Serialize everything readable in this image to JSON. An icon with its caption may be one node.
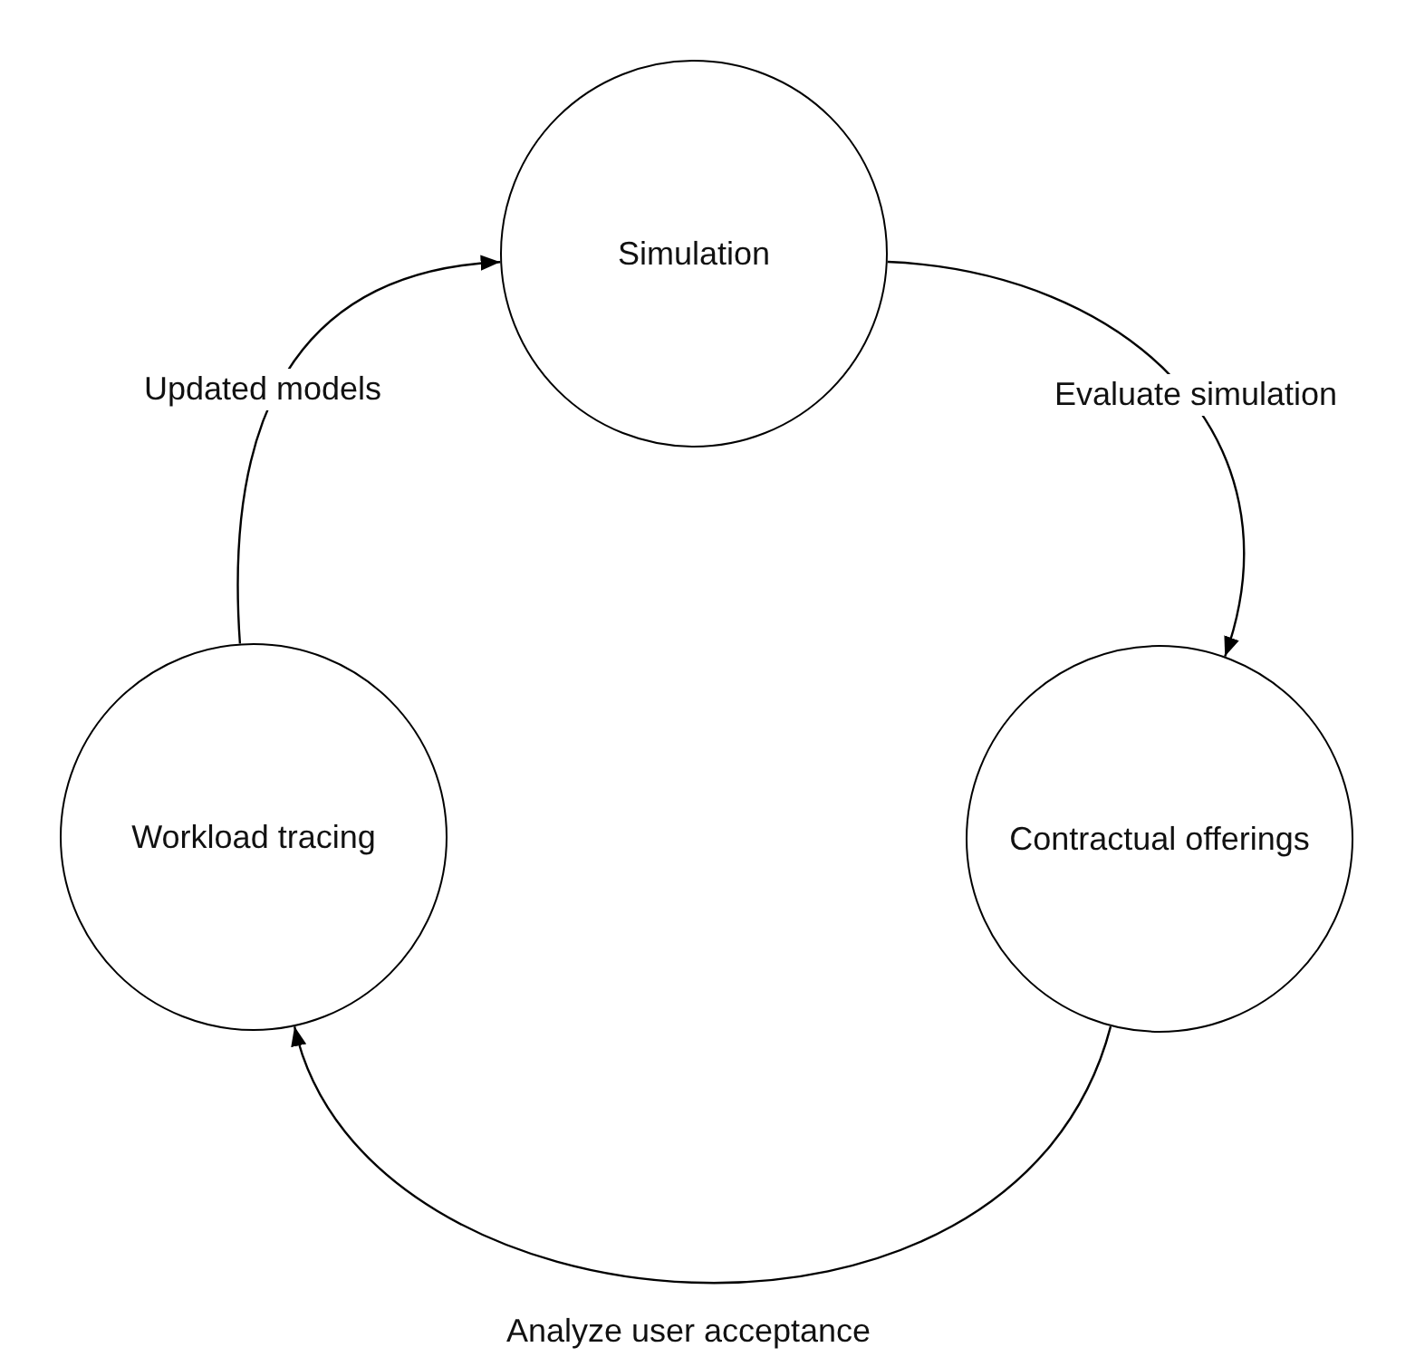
{
  "diagram": {
    "nodes": [
      {
        "text": [
          "Simulation"
        ]
      },
      {
        "text": [
          "Workload tracing"
        ]
      },
      {
        "text": [
          "Contractual offerings"
        ]
      }
    ],
    "edges": [
      {
        "from": 1,
        "to": 0,
        "arrow": "to",
        "label": "Updated models"
      },
      {
        "from": 0,
        "to": 2,
        "arrow": "to",
        "label": "Evaluate simulation"
      },
      {
        "from": 2,
        "to": 1,
        "arrow": "to",
        "label": "Analyze user acceptance"
      }
    ]
  }
}
